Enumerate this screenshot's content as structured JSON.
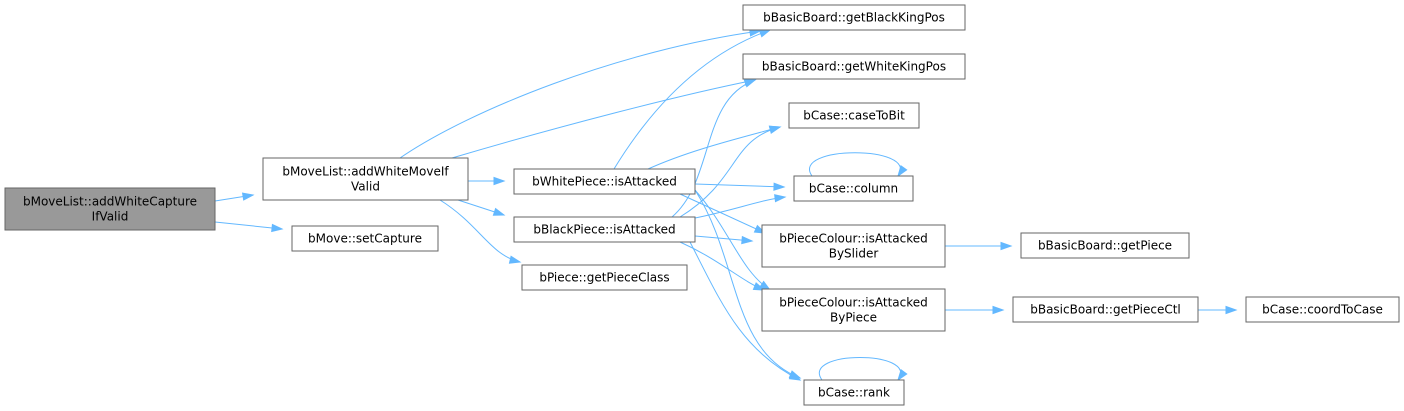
{
  "graph": {
    "nodes": [
      {
        "id": "root",
        "lines": [
          "bMoveList::addWhiteCapture",
          "IfValid"
        ],
        "root": true
      },
      {
        "id": "addWhiteMoveIfValid",
        "lines": [
          "bMoveList::addWhiteMoveIf",
          "Valid"
        ]
      },
      {
        "id": "setCapture",
        "lines": [
          "bMove::setCapture"
        ]
      },
      {
        "id": "whiteIsAttacked",
        "lines": [
          "bWhitePiece::isAttacked"
        ]
      },
      {
        "id": "blackIsAttacked",
        "lines": [
          "bBlackPiece::isAttacked"
        ]
      },
      {
        "id": "getPieceClass",
        "lines": [
          "bPiece::getPieceClass"
        ]
      },
      {
        "id": "getBlackKingPos",
        "lines": [
          "bBasicBoard::getBlackKingPos"
        ]
      },
      {
        "id": "getWhiteKingPos",
        "lines": [
          "bBasicBoard::getWhiteKingPos"
        ]
      },
      {
        "id": "caseToBit",
        "lines": [
          "bCase::caseToBit"
        ]
      },
      {
        "id": "column",
        "lines": [
          "bCase::column"
        ]
      },
      {
        "id": "isAttackedBySlider",
        "lines": [
          "bPieceColour::isAttacked",
          "BySlider"
        ]
      },
      {
        "id": "isAttackedByPiece",
        "lines": [
          "bPieceColour::isAttacked",
          "ByPiece"
        ]
      },
      {
        "id": "rank",
        "lines": [
          "bCase::rank"
        ]
      },
      {
        "id": "getPiece",
        "lines": [
          "bBasicBoard::getPiece"
        ]
      },
      {
        "id": "getPieceCtl",
        "lines": [
          "bBasicBoard::getPieceCtl"
        ]
      },
      {
        "id": "coordToCase",
        "lines": [
          "bCase::coordToCase"
        ]
      }
    ],
    "edges": [
      [
        "root",
        "addWhiteMoveIfValid"
      ],
      [
        "root",
        "setCapture"
      ],
      [
        "addWhiteMoveIfValid",
        "getBlackKingPos"
      ],
      [
        "addWhiteMoveIfValid",
        "getWhiteKingPos"
      ],
      [
        "addWhiteMoveIfValid",
        "whiteIsAttacked"
      ],
      [
        "addWhiteMoveIfValid",
        "blackIsAttacked"
      ],
      [
        "addWhiteMoveIfValid",
        "getPieceClass"
      ],
      [
        "whiteIsAttacked",
        "getBlackKingPos"
      ],
      [
        "whiteIsAttacked",
        "caseToBit"
      ],
      [
        "whiteIsAttacked",
        "column"
      ],
      [
        "whiteIsAttacked",
        "isAttackedBySlider"
      ],
      [
        "whiteIsAttacked",
        "isAttackedByPiece"
      ],
      [
        "whiteIsAttacked",
        "rank"
      ],
      [
        "blackIsAttacked",
        "getWhiteKingPos"
      ],
      [
        "blackIsAttacked",
        "caseToBit"
      ],
      [
        "blackIsAttacked",
        "column"
      ],
      [
        "blackIsAttacked",
        "isAttackedBySlider"
      ],
      [
        "blackIsAttacked",
        "isAttackedByPiece"
      ],
      [
        "blackIsAttacked",
        "rank"
      ],
      [
        "column",
        "column"
      ],
      [
        "rank",
        "rank"
      ],
      [
        "isAttackedBySlider",
        "getPiece"
      ],
      [
        "isAttackedByPiece",
        "getPieceCtl"
      ],
      [
        "getPieceCtl",
        "coordToCase"
      ]
    ]
  },
  "colors": {
    "edge": "#63b8ff",
    "node_border": "#666666",
    "node_fill": "#ffffff",
    "root_fill": "#999999"
  }
}
